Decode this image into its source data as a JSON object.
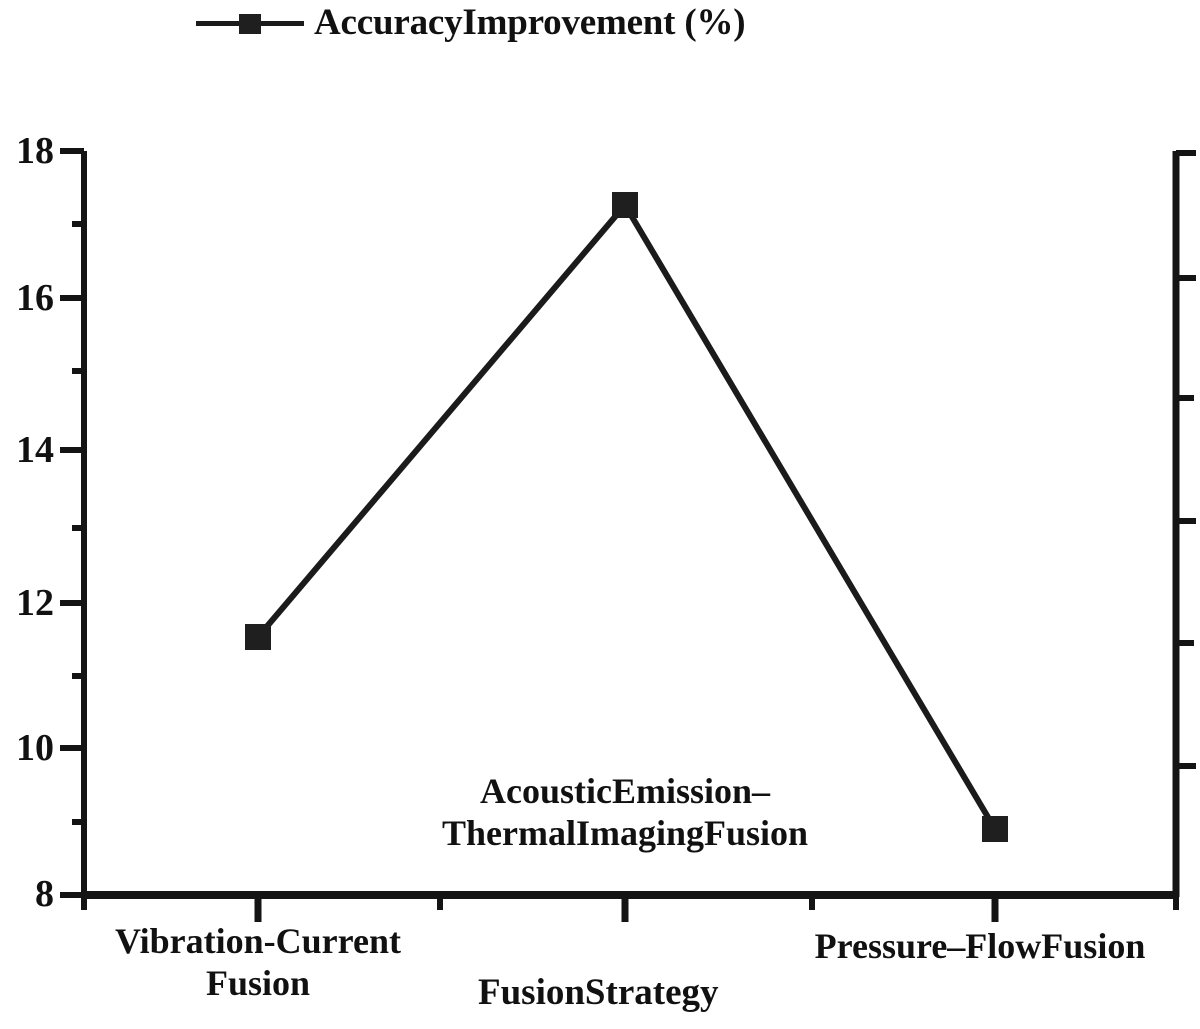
{
  "legend": {
    "entries": [
      {
        "label": "AccuracyImprovement (%)",
        "marker": "square-marker",
        "color": "#1f1f1f"
      }
    ]
  },
  "axes": {
    "y_ticks": [
      "18",
      "16",
      "14",
      "12",
      "10",
      "8"
    ],
    "x_title": "FusionStrategy",
    "y_title": ""
  },
  "chart_data": {
    "type": "line",
    "title": "",
    "xlabel": "FusionStrategy",
    "ylabel": "",
    "categories": [
      "Vibration-Current Fusion",
      "AcousticEmission–ThermalImagingFusion",
      "Pressure–FlowFusion"
    ],
    "category_lines": [
      [
        "Vibration-Current",
        "Fusion"
      ],
      [
        "AcousticEmission–",
        "ThermalImagingFusion"
      ],
      [
        "Pressure–FlowFusion"
      ]
    ],
    "series": [
      {
        "name": "AccuracyImprovement (%)",
        "values": [
          11.5,
          17.3,
          8.9
        ],
        "color": "#1f1f1f",
        "marker": "square"
      }
    ],
    "ylim": [
      8,
      18
    ],
    "ytick_major": [
      8,
      10,
      12,
      14,
      16,
      18
    ],
    "ytick_minor": [
      9,
      11,
      13,
      15,
      17
    ],
    "grid": false,
    "legend_position": "top-left"
  }
}
